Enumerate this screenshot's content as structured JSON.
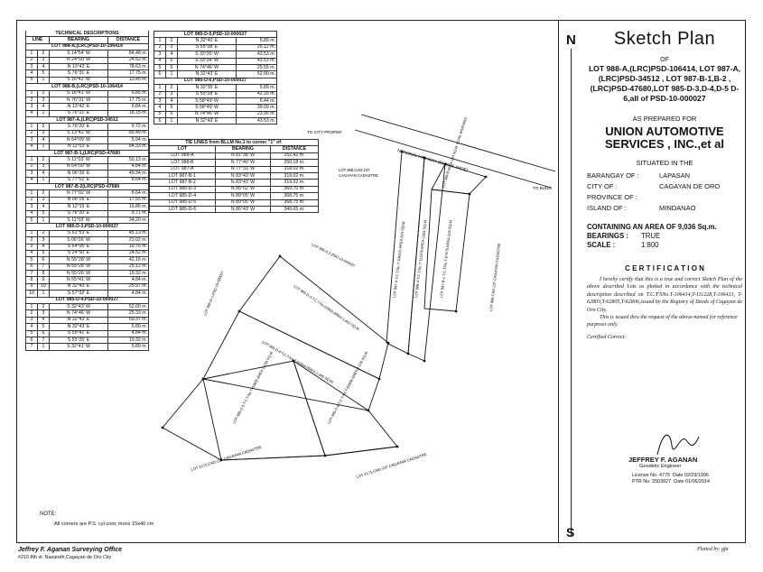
{
  "tech_desc": {
    "title": "TECHNICAL DESCRIPTIONS",
    "headers": [
      "LINE",
      "BEARING",
      "DISTANCE"
    ],
    "sections": [
      {
        "name": "LOT 988-A,(LRC)PSD-10-106414",
        "rows": [
          [
            "1",
            "2",
            "S 14°54' W",
            "84.48 m."
          ],
          [
            "2",
            "3",
            "N 24°50' W",
            "24.52 m."
          ],
          [
            "3",
            "4",
            "N 13°42' E",
            "78.63 m."
          ],
          [
            "4",
            "5",
            "S 76°31' E",
            "17.75 m."
          ],
          [
            "5",
            "1",
            "S 16°42' W",
            "13.45 m."
          ]
        ]
      },
      {
        "name": "LOT 988-B,(LRC)PSD-10-106414",
        "rows": [
          [
            "1",
            "2",
            "S 16°41' W",
            "6.85 m."
          ],
          [
            "2",
            "3",
            "N 76°31' W",
            "17.75 m."
          ],
          [
            "3",
            "4",
            "N 13°42' E",
            "6.84 m."
          ],
          [
            "4",
            "1",
            "S 76°21' E",
            "18.15 m."
          ]
        ]
      },
      {
        "name": "LOT 987-A,(LRC)PSD-34512",
        "rows": [
          [
            "1",
            "2",
            "S 76°20' E",
            "9.72 m."
          ],
          [
            "2",
            "3",
            "S 13°42' W",
            "85.49 m."
          ],
          [
            "3",
            "4",
            "N 64°09' W",
            "5.94 m."
          ],
          [
            "4",
            "1",
            "N 11°03' E",
            "84.33 m."
          ]
        ]
      },
      {
        "name": "LOT 987-B-1,(LRC)PSD-47680",
        "rows": [
          [
            "1",
            "2",
            "S 11°03' W",
            "50.13 m."
          ],
          [
            "2",
            "3",
            "N 64°09' W",
            "4.84 m."
          ],
          [
            "3",
            "4",
            "N 06°26' E",
            "49.34 m."
          ],
          [
            "4",
            "1",
            "S 77°02' E",
            "8.64 m."
          ]
        ]
      },
      {
        "name": "LOT 987-B-2(LRC)PSD-47680",
        "rows": [
          [
            "1",
            "2",
            "N 77°02' W",
            "8.64 m."
          ],
          [
            "2",
            "3",
            "N 06°26' E",
            "17.55 m."
          ],
          [
            "3",
            "4",
            "N 12°15' E",
            "16.86 m."
          ],
          [
            "4",
            "5",
            "S 76°20' E",
            "9.71 m."
          ],
          [
            "5",
            "1",
            "S 11°03' W",
            "34.20 m."
          ]
        ]
      },
      {
        "name": "LOT 985-D-3,PSD-10-000027",
        "rows": [
          [
            "1",
            "2",
            "S 61°53' E",
            "45.13 m."
          ],
          [
            "2",
            "3",
            "S 06°26' W",
            "23.02 m."
          ],
          [
            "3",
            "4",
            "S 64°05' E",
            "10.76 m."
          ],
          [
            "4",
            "5",
            "S 24°50' E",
            "24.52 m."
          ],
          [
            "5",
            "6",
            "N 55°28' W",
            "42.16 m."
          ],
          [
            "6",
            "7",
            "N 55°28' W",
            "25.12 m."
          ],
          [
            "7",
            "8",
            "N 55°26' W",
            "19.32 m."
          ],
          [
            "8",
            "9",
            "N 55°41' W",
            "4.84 m."
          ],
          [
            "9",
            "10",
            "N 32°43' E",
            "25.97 m."
          ],
          [
            "10",
            "1",
            "S 57°32' E",
            "4.84 m."
          ]
        ]
      },
      {
        "name": "LOT 985-D-4,PSD-10-000027",
        "rows": [
          [
            "1",
            "2",
            "S 32°43' W",
            "52.00 m."
          ],
          [
            "2",
            "3",
            "N 74°46' W",
            "25.33 m."
          ],
          [
            "3",
            "4",
            "N 32°43' E",
            "69.37 m."
          ],
          [
            "4",
            "5",
            "N 32°43' E",
            "5.89 m."
          ],
          [
            "5",
            "6",
            "S 55°41' E",
            "4.84 m."
          ],
          [
            "6",
            "7",
            "S 55°26' E",
            "19.32 m."
          ],
          [
            "7",
            "1",
            "S 32°41' W",
            "5.89 m."
          ]
        ]
      }
    ]
  },
  "tech_desc2": {
    "sections": [
      {
        "name": "LOT 985-D-5,PSD-10-000027",
        "rows": [
          [
            "1",
            "2",
            "N 32°40' E",
            "5.89 m."
          ],
          [
            "2",
            "3",
            "S 55°28' E",
            "25.12 m."
          ],
          [
            "3",
            "4",
            "S 33°35' W",
            "43.53 m."
          ],
          [
            "4",
            "5",
            "S 33°34' W",
            "43.53 m."
          ],
          [
            "5",
            "6",
            "N 74°46' W",
            "25.55 m."
          ],
          [
            "6",
            "1",
            "N 32°43' E",
            "52.00 m."
          ]
        ]
      },
      {
        "name": "LOT 985-D-6,PSD-10-000027",
        "rows": [
          [
            "1",
            "2",
            "N 32°35' E",
            "5.89 m."
          ],
          [
            "2",
            "3",
            "S 55°28' E",
            "42.16 m."
          ],
          [
            "3",
            "4",
            "S 58°49' W",
            "6.44 m."
          ],
          [
            "4",
            "5",
            "S 58°49' W",
            "39.09 m."
          ],
          [
            "5",
            "6",
            "N 74°46' W",
            "23.95 m."
          ],
          [
            "6",
            "1",
            "N 32°43' E",
            "43.53 m."
          ]
        ]
      }
    ]
  },
  "tie_lines": {
    "title": "TIE LINES from BLLM No.1 to corner \"1\" of:",
    "headers": [
      "LOT",
      "BEARING",
      "DISTANCE"
    ],
    "rows": [
      [
        "LOT 988-A",
        "N 81°38' W",
        "252.42 m."
      ],
      [
        "LOT 988-B",
        "N 77°40' W",
        "250.18 m."
      ],
      [
        "LOT 987-A",
        "N 77°33' W",
        "318.02 m."
      ],
      [
        "LOT 987-B-1",
        "N 83°43' W",
        "319.02 m."
      ],
      [
        "LOT 987-B-2",
        "N 83°43' W",
        "319.02 m."
      ],
      [
        "LOT 985-D-3",
        "N 85°02' W",
        "369.70 m."
      ],
      [
        "LOT 985-D-4",
        "N 89°05' W",
        "368.75 m."
      ],
      [
        "LOT 985-D-5",
        "N 89°05' W",
        "368.75 m."
      ],
      [
        "LOT 985-D-6",
        "N 86°43' W",
        "349.65 m."
      ]
    ]
  },
  "title_block": {
    "title": "Sketch Plan",
    "of": "OF",
    "lots": "LOT 988-A,(LRC)PSD-106414, LOT 987-A,(LRC)PSD-34512 , LOT 987-B-1,B-2 , (LRC)PSD-47680,LOT 985-D-3,D-4,D-5 D-6,all of PSD-10-000027",
    "prepared_for": "AS PREPARED FOR",
    "client": "UNION AUTOMOTIVE SERVICES , INC.,et al",
    "situated": "SITUATED IN THE",
    "barangay_label": "BARANGAY OF :",
    "barangay": "LAPASAN",
    "city_label": "CITY OF :",
    "city": "CAGAYAN DE ORO",
    "province_label": "PROVINCE OF :",
    "province": "",
    "island_label": "ISLAND OF :",
    "island": "MINDANAO",
    "area_label": "CONTAINING AN AREA OF",
    "area": "9,036",
    "area_unit": "Sq.m.",
    "bearings_label": "BEARINGS :",
    "bearings": "TRUE",
    "scale_label": "SCALE :",
    "scale": "1:800",
    "cert_title": "C E R T I F I C A T I O N",
    "cert_text": "I hereby certify that this is a true and correct Sketch Plan of the above described Lots as plotted in accordance with the technical description described on T.C.T'SNo.T-106414,T-111228,T-106413, T-62803,T-62805,T-62806,issued by the Registry of Deeds of Cagayan de Oro City.",
    "cert_text2": "This is issued thru the request of the above-named for reference purposes only.",
    "certified": "Certified Correct:",
    "engineer": "JEFFREY F. AGANAN",
    "engineer_title": "Geodetic Engineer",
    "license_label": "License No.",
    "license": "4775",
    "license_date": "Date 02/29/1996",
    "ptr_label": "PTR No.",
    "ptr": "2503827",
    "ptr_date": "Date 01/06/2014"
  },
  "map": {
    "highway": "NATIONAL HIGHWAY (60.00 M. WIDE)",
    "to_left": "TO CITY PROPER",
    "to_right": "TO BUGO",
    "road_widening": "LOT 988-B AREA-124 SQ.M. ROAD WIDENING",
    "lot_988a": "LOT 988-A T.C.T.No.T-111228 AREA-1361 SQ.M.",
    "lot_987a": "LOT 987-A T.C.T.No.T-106413 AREA-823 SQ.M.",
    "lot_987b1": "LOT 987-B-1 T.C.T.No.T-67475 AREA-318 SQ.M.",
    "lot_987b2": "LOT 987-B-2 AREA-124 SQ.M.",
    "lot_985d3": "LOT 985-D-3 T.C.T.No.62803 AREA-1,462 SQ.M.",
    "lot_985d4": "LOT 985-D-4 T.C.T.No.T-62804 AREA-1,285 SQ.M.",
    "lot_985d5": "LOT 985-D-5 T.C.T.No.T-62805 AREA-1,138 SQ.M.",
    "lot_985d6": "LOT 985-D-6 T.C.T.No.T-62806 AREA-1,138 SQ.M.",
    "adj_top": "LOT 985-D-2,PSD-10-000027",
    "adj_left": "LOT 985-D-1,PSD-10-000027",
    "adj_988": "LOT 988,CAD-237 CAGAYAN CADASTRE",
    "adj_986": "LOT 986,CAD-237 CAGAYAN CADASTRE",
    "adj_2172": "LOT 2172,CAD-237 CAGAYAN CADASTRE",
    "adj_2171": "LOT 2171,CAD-237 CAGAYAN CADASTRE",
    "note_label": "NOTE:",
    "note": "All corners are P.S. cyl conc mons 15x40 cm"
  },
  "footer": {
    "office": "Jeffrey F. Aganan Surveying Office",
    "address": "#210 8th st. Nazareth,Cagayan de Oro City",
    "plotted": "Plotted by: gfa"
  }
}
